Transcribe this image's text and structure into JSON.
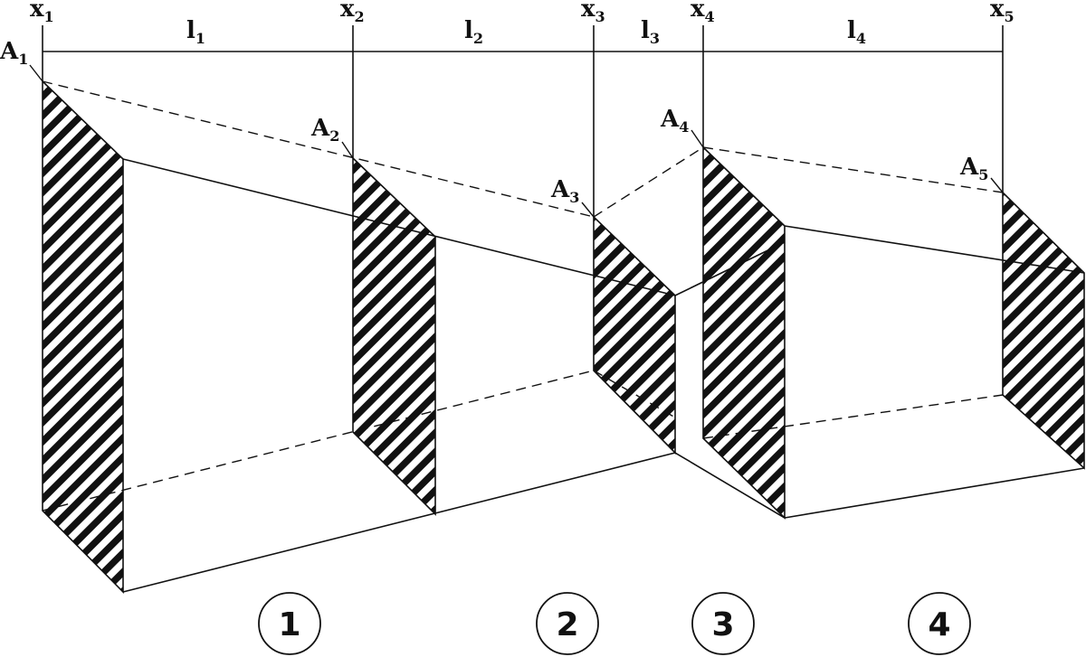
{
  "diagram": {
    "stations": [
      {
        "x": "x",
        "x_sub": "1",
        "a": "A",
        "a_sub": "1"
      },
      {
        "x": "x",
        "x_sub": "2",
        "a": "A",
        "a_sub": "2"
      },
      {
        "x": "x",
        "x_sub": "3",
        "a": "A",
        "a_sub": "3"
      },
      {
        "x": "x",
        "x_sub": "4",
        "a": "A",
        "a_sub": "4"
      },
      {
        "x": "x",
        "x_sub": "5",
        "a": "A",
        "a_sub": "5"
      }
    ],
    "lengths": [
      {
        "l": "l",
        "sub": "1"
      },
      {
        "l": "l",
        "sub": "2"
      },
      {
        "l": "l",
        "sub": "3"
      },
      {
        "l": "l",
        "sub": "4"
      }
    ],
    "segments": [
      "1",
      "2",
      "3",
      "4"
    ],
    "colors": {
      "ink": "#111111",
      "background": "#ffffff"
    }
  }
}
